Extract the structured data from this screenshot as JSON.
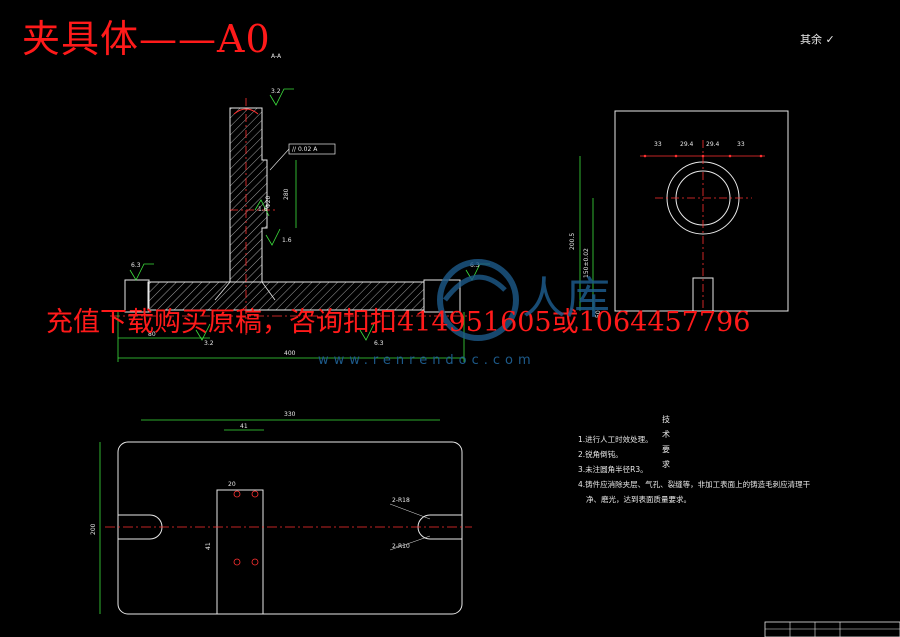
{
  "title": "夹具体——A0",
  "section_label": "A-A",
  "roughness_rest": "其余",
  "watermark": {
    "text": "充值下载购买原稿，咨询扣扣414951605或1064457796",
    "url": "www.renrendoc.com",
    "brand": "人库"
  },
  "tech_requirements": {
    "heading": "技术要求",
    "items": [
      "1.进行人工时效处理。",
      "2.锐角倒钝。",
      "3.未注圆角半径R3。",
      "4.铸件应消除夹层、气孔、裂缝等，非加工表面上的铸造毛刺应清理干",
      "净、磨光，达到表面质量要求。"
    ]
  },
  "dims": {
    "overall_width": "400",
    "left_foot": "80",
    "height_total": "280",
    "front_top": "3.2",
    "front_mid1": "6.3",
    "front_mid2": "3.2",
    "front_left_rough": "6.3",
    "front_right_rough": "6.3",
    "tol_parallel": "// 0.02 A",
    "rough_1_6a": "1.6",
    "rough_1_6b": "1.6",
    "side_spacing": [
      "33",
      "29.4",
      "29.4",
      "33"
    ],
    "side_h1": "200.5",
    "side_h2": "150±0.02",
    "top_len": "330",
    "top_len2": "41",
    "top_width": "200",
    "top_holes_a": "20",
    "top_holes_b": "41",
    "slot_left": "2-R18",
    "slot_right": "2-R10",
    "side_bottom": "50"
  }
}
